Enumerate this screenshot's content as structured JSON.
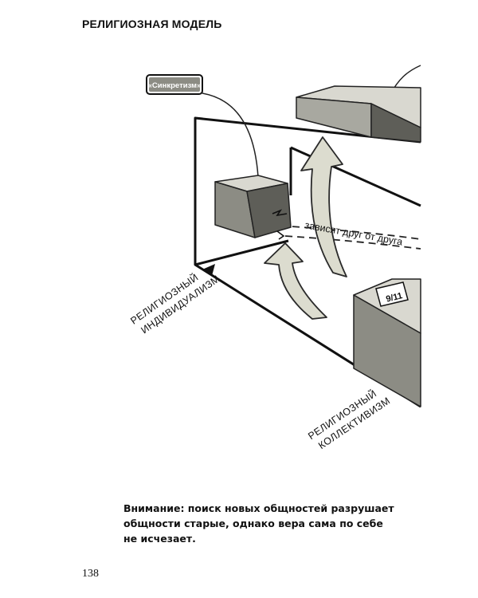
{
  "page": {
    "header": "РЕЛИГИОЗНАЯ МОДЕЛЬ",
    "page_number": "138"
  },
  "diagram": {
    "syncretism_label": "«Синкретизм»",
    "depends_label": "зависят друг от друга",
    "event_tag": "9/11",
    "individualism_label": [
      "РЕЛИГИОЗНЫЙ",
      "ИНДИВИДУАЛИЗМ"
    ],
    "collectivism_label": [
      "РЕЛИГИОЗНЫЙ",
      "КОЛЛЕКТИВИЗМ"
    ]
  },
  "note": {
    "lines": [
      "Внимание: поиск новых общностей разрушает",
      "общности старые, однако вера сама по себе",
      "не исчезает."
    ]
  },
  "colors": {
    "ink": "#111111",
    "box_front": "#8c8c84",
    "box_top": "#d9d8d0",
    "box_side": "#5e5e58",
    "arrow_fill": "#dcdccf"
  }
}
